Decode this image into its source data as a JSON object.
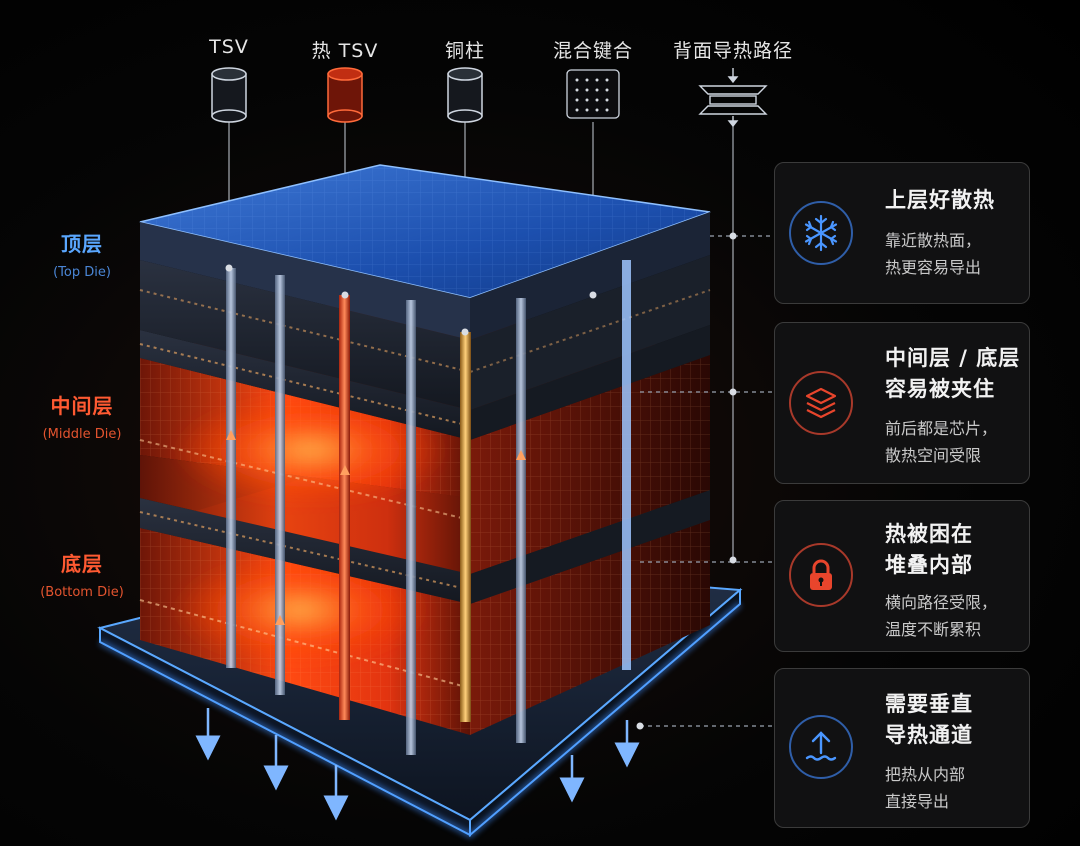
{
  "legend": [
    {
      "label": "TSV",
      "icon": "dark-cylinder-icon"
    },
    {
      "label": "热 TSV",
      "icon": "red-cylinder-icon"
    },
    {
      "label": "铜柱",
      "icon": "copper-pillar-cylinder-icon"
    },
    {
      "label": "混合键合",
      "icon": "bond-grid-icon"
    },
    {
      "label": "背面导热路径",
      "icon": "backside-heat-path-icon"
    }
  ],
  "layers": [
    {
      "name": "顶层",
      "sub": "(Top Die)",
      "color": "#5aa7ff"
    },
    {
      "name": "中间层",
      "sub": "(Middle Die)",
      "color": "#ff5a32"
    },
    {
      "name": "底层",
      "sub": "(Bottom Die)",
      "color": "#ff5a32"
    }
  ],
  "cards": [
    {
      "title": "上层好散热",
      "desc": "靠近散热面，\n热更容易导出",
      "icon": "snowflake-icon",
      "accent": "#3c8cff"
    },
    {
      "title": "中间层 / 底层\n容易被夹住",
      "desc": "前后都是芯片，\n散热空间受限",
      "icon": "stacked-layers-icon",
      "accent": "#e0402a"
    },
    {
      "title": "热被困在\n堆叠内部",
      "desc": "横向路径受限，\n温度不断累积",
      "icon": "lock-icon",
      "accent": "#e0402a"
    },
    {
      "title": "需要垂直\n导热通道",
      "desc": "把热从内部\n直接导出",
      "icon": "up-arrow-heat-icon",
      "accent": "#3c8cff"
    }
  ]
}
